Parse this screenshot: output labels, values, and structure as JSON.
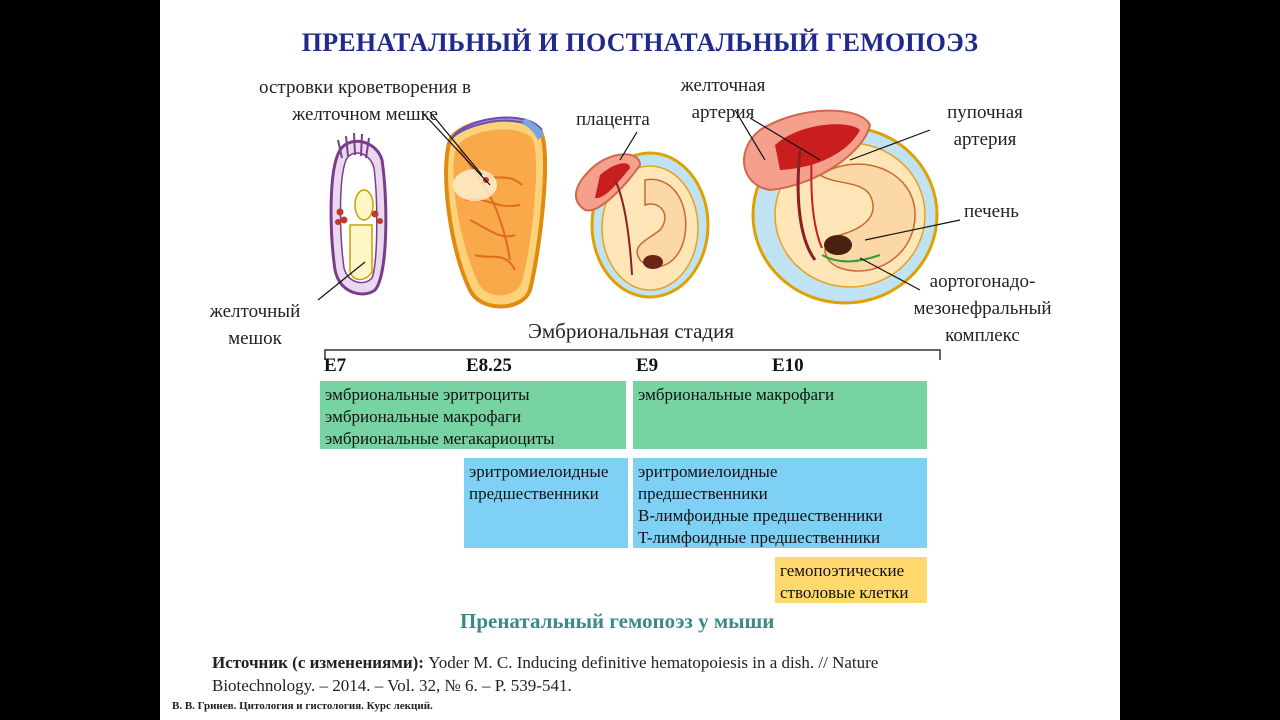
{
  "title": "ПРЕНАТАЛЬНЫЙ И ПОСТНАТАЛЬНЫЙ ГЕМОПОЭЗ",
  "labels": {
    "islands_line1": "островки кроветворения в",
    "islands_line2": "желточном мешке",
    "yolk_sac_line1": "желточный",
    "yolk_sac_line2": "мешок",
    "placenta": "плацента",
    "vitelline_line1": "желточная",
    "vitelline_line2": "артерия",
    "umbilical_line1": "пупочная",
    "umbilical_line2": "артерия",
    "liver": "печень",
    "agm_line1": "аортогонадо-",
    "agm_line2": "мезонефральный",
    "agm_line3": "комплекс"
  },
  "timeline": {
    "heading": "Эмбриональная стадия",
    "stages": [
      "E7",
      "E8.25",
      "E9",
      "E10"
    ]
  },
  "boxes": {
    "green_left": [
      "эмбриональные эритроциты",
      "эмбриональные макрофаги",
      "эмбриональные мегакариоциты"
    ],
    "green_right": [
      "эмбриональные макрофаги"
    ],
    "blue_left": [
      "эритромиелоидные",
      "предшественники"
    ],
    "blue_right": [
      "эритромиелоидные",
      "предшественники",
      "B-лимфоидные предшественники",
      "T-лимфоидные предшественники"
    ],
    "yellow": [
      "гемопоэтические",
      "стволовые клетки"
    ]
  },
  "subtitle": "Пренатальный гемопоэз у мыши",
  "source": {
    "label": "Источник (с изменениями):",
    "text_line1": " Yoder M. C. Inducing definitive hematopoiesis in a dish. // Nature",
    "text_line2": "Biotechnology. – 2014. – Vol. 32, № 6. – P. 539-541."
  },
  "footer": "В. В. Гринев. Цитология и гистология. Курс лекций.",
  "colors": {
    "title": "#1f2a8c",
    "green": "#77d4a2",
    "blue": "#7fd0f5",
    "yellow": "#ffd96e",
    "subtitle": "#3a8a8a",
    "placenta": "#f4a08c",
    "vessel_red": "#c81e1e",
    "amnion_blue": "#bfe3f2"
  }
}
